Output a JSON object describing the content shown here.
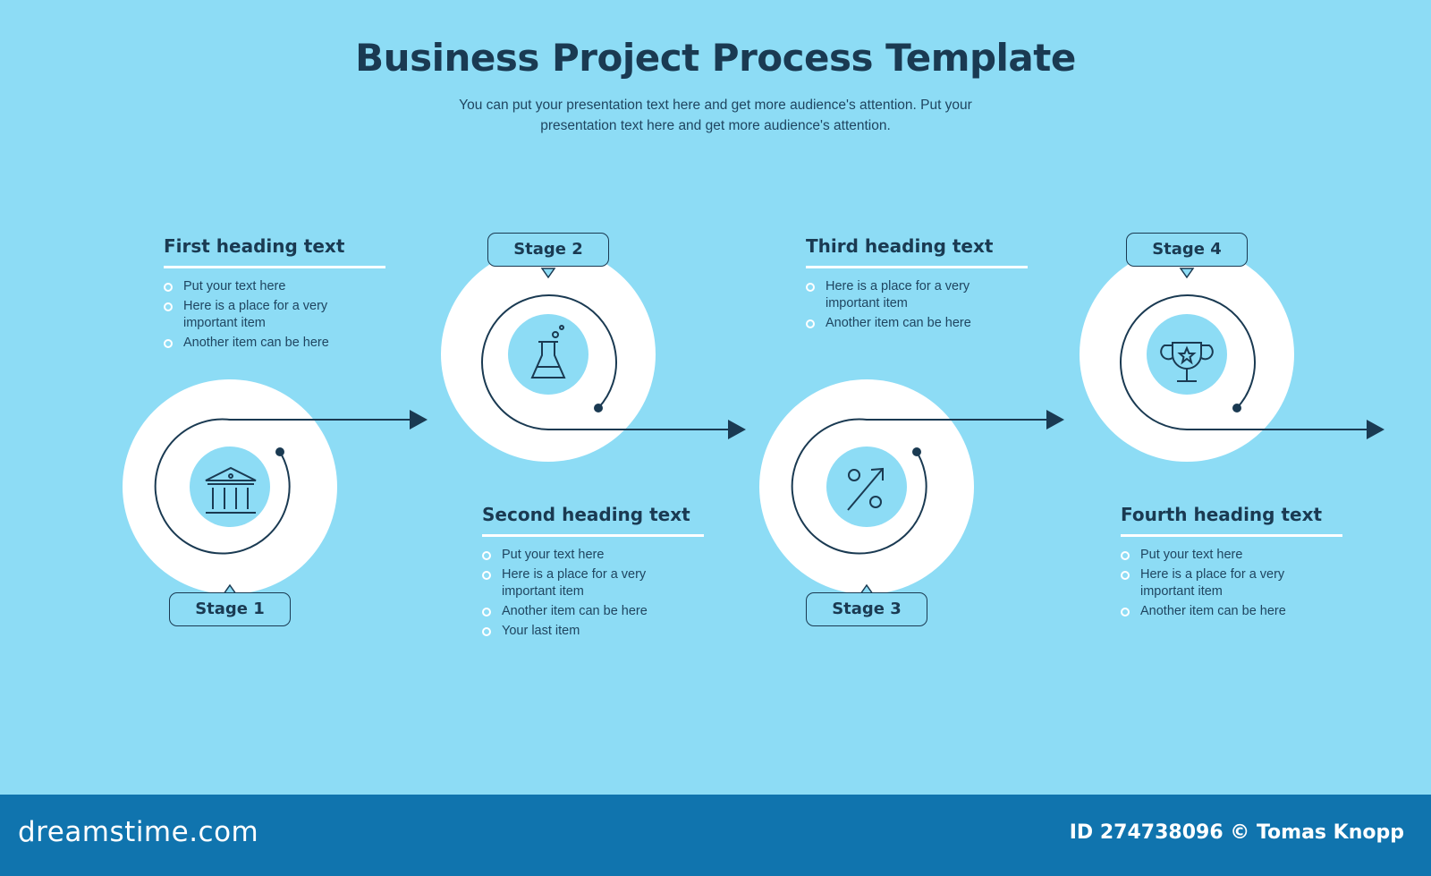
{
  "header": {
    "title": "Business Project Process Template",
    "subtitle": "You can put your presentation text here and get more audience's attention. Put your presentation text here and get more audience's attention."
  },
  "stages": [
    {
      "label": "Stage 1",
      "icon": "bank-icon",
      "heading": "First heading text",
      "items": [
        "Put your text here",
        "Here is a place for a very important item",
        "Another item can be here"
      ]
    },
    {
      "label": "Stage 2",
      "icon": "flask-icon",
      "heading": "Second heading text",
      "items": [
        "Put your text here",
        "Here is a place for a very important item",
        "Another item can be here",
        "Your last item"
      ]
    },
    {
      "label": "Stage 3",
      "icon": "percent-growth-icon",
      "heading": "Third heading text",
      "items": [
        "Here is a place for a very important item",
        "Another item can be here"
      ]
    },
    {
      "label": "Stage 4",
      "icon": "trophy-icon",
      "heading": "Fourth heading text",
      "items": [
        "Put your text here",
        "Here is a place for a very important item",
        "Another item can be here"
      ]
    }
  ],
  "footer": {
    "brand": "dreamstime.com",
    "credit": "ID 274738096 © Tomas Knopp"
  },
  "colors": {
    "background": "#8ddcf5",
    "ink": "#1a3a52",
    "footer": "#1074ae",
    "circle": "#ffffff"
  }
}
